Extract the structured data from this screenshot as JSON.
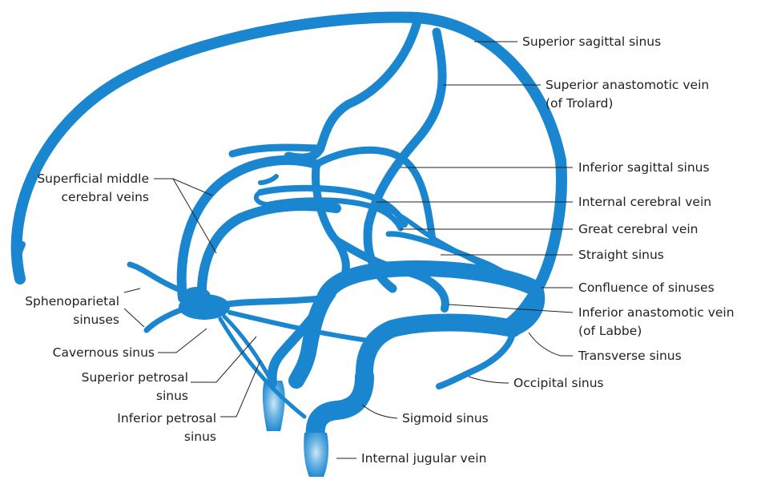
{
  "figure": {
    "colors": {
      "vessel": "#1a86cf",
      "vessel_dark": "#0f6aa6",
      "text": "#222222",
      "leader": "#222222",
      "background": "#ffffff"
    },
    "labels": {
      "superior_sagittal_sinus": "Superior sagittal sinus",
      "superior_anastomotic_vein_1": "Superior anastomotic vein",
      "superior_anastomotic_vein_2": "(of Trolard)",
      "inferior_sagittal_sinus": "Inferior sagittal sinus",
      "internal_cerebral_vein": "Internal cerebral vein",
      "great_cerebral_vein": "Great cerebral vein",
      "straight_sinus": "Straight sinus",
      "confluence_of_sinuses": "Confluence of sinuses",
      "inferior_anastomotic_vein_1": "Inferior anastomotic vein",
      "inferior_anastomotic_vein_2": "(of Labbe)",
      "transverse_sinus": "Transverse sinus",
      "occipital_sinus": "Occipital sinus",
      "sigmoid_sinus": "Sigmoid sinus",
      "internal_jugular_vein": "Internal jugular vein",
      "superficial_middle_cerebral_veins_1": "Superficial middle",
      "superficial_middle_cerebral_veins_2": "cerebral veins",
      "sphenoparietal_sinuses_1": "Sphenoparietal",
      "sphenoparietal_sinuses_2": "sinuses",
      "cavernous_sinus": "Cavernous sinus",
      "superior_petrosal_sinus_1": "Superior petrosal",
      "superior_petrosal_sinus_2": "sinus",
      "inferior_petrosal_sinus_1": "Inferior petrosal",
      "inferior_petrosal_sinus_2": "sinus"
    }
  }
}
